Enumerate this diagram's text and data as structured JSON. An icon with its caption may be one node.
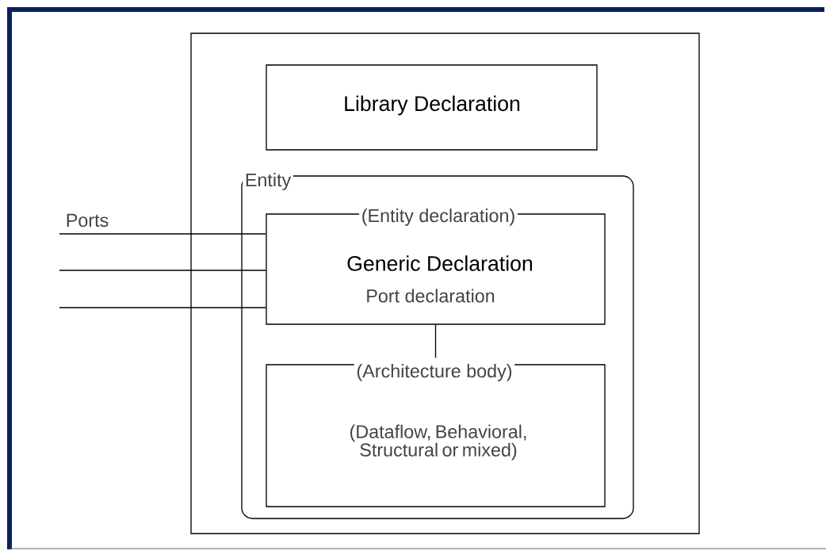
{
  "diagram": {
    "nodes": [
      {
        "text": [],
        "shape": "box"
      },
      {
        "text": [
          "Library Declaration"
        ],
        "in": 0
      },
      {
        "text": [
          "Entity"
        ],
        "in": 0
      },
      {
        "text": [
          "(Entity declaration)",
          "Generic Declaration",
          "Port declaration"
        ],
        "in": 2
      },
      {
        "text": [
          "(Architecture body)",
          "(Dataflow, Behavioral, Structural or mixed)"
        ],
        "in": 2
      }
    ],
    "edges": [
      {
        "from": null,
        "to": 3,
        "arrow": "none",
        "label": "Ports"
      },
      {
        "from": null,
        "to": 3,
        "arrow": "none"
      },
      {
        "from": null,
        "to": 3,
        "arrow": "none"
      },
      {
        "from": 3,
        "to": 4,
        "arrow": "none"
      }
    ]
  }
}
